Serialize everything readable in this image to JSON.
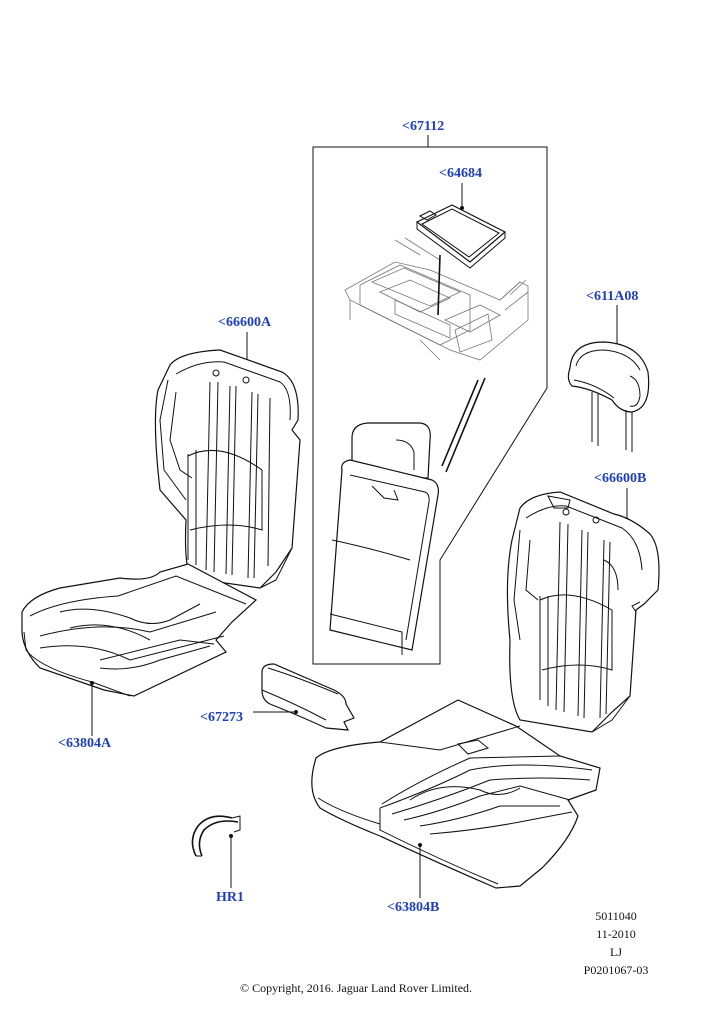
{
  "callouts": {
    "frame_part": "<67112",
    "console_lid": "<64684",
    "headrest": "<611A08",
    "backrest_left": "<66600A",
    "backrest_right": "<66600B",
    "armrest_trim": "<67273",
    "cushion_left": "<63804A",
    "cushion_right": "<63804B",
    "clip": "HR1"
  },
  "reference": {
    "number": "5011040",
    "date": "11-2010",
    "initials": "LJ",
    "illustration_id": "P0201067-03"
  },
  "copyright": "© Copyright, 2016. Jaguar Land Rover Limited.",
  "colors": {
    "callout_text": "#1f3fbf",
    "line": "#111111"
  }
}
